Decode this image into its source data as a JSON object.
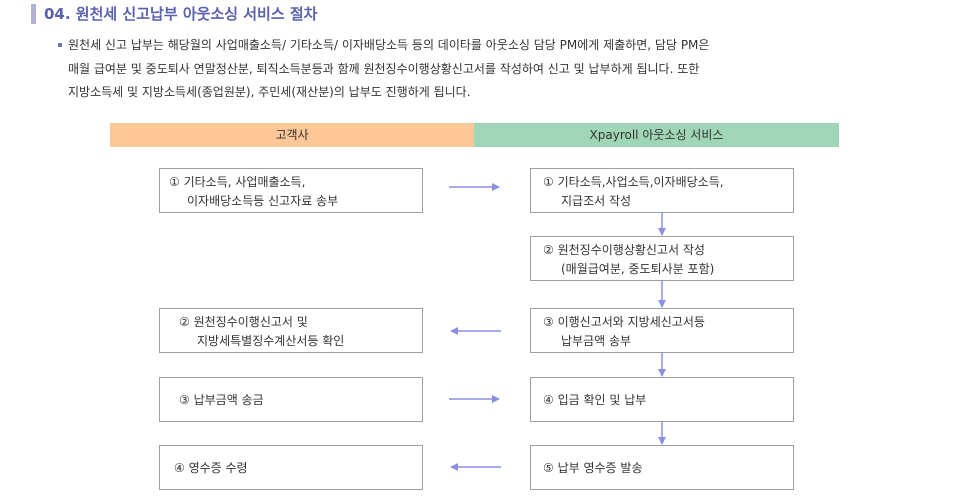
{
  "section": {
    "title": "04. 원천세 신고납부 아웃소싱 서비스 절차",
    "description_lines": [
      "원천세 신고 납부는 해당월의 사업매출소득/ 기타소득/ 이자배당소득 등의 데이타를 아웃소싱 담당 PM에게 제출하면, 담당 PM은",
      "매월 급여분 및 중도퇴사 연말정산분, 퇴직소득분등과 함께 원천징수이행상황신고서를 작성하여 신고 및 납부하게 됩니다. 또한",
      "지방소득세 및 지방소득세(종업원분), 주민세(재산분)의 납부도 진행하게 됩니다."
    ]
  },
  "columns": {
    "client": "고객사",
    "service": "Xpayroll 아웃소싱 서비스"
  },
  "steps": {
    "client_1": [
      "① 기타소득, 사업매출소득,",
      "이자배당소득등 신고자료 송부"
    ],
    "client_2": [
      "② 원천징수이행신고서 및",
      "지방세특별징수계산서등 확인"
    ],
    "client_3": [
      "③ 납부금액 송금"
    ],
    "client_4": [
      "④ 영수증 수령"
    ],
    "service_1": [
      "① 기타소득,사업소득,이자배당소득,",
      "지급조서 작성"
    ],
    "service_2": [
      "② 원천징수이행상황신고서  작성",
      "(매월급여분, 중도퇴사분 포함)"
    ],
    "service_3": [
      "③ 이행신고서와 지방세신고서등",
      "납부금액 송부"
    ],
    "service_4": [
      "④ 입금 확인 및 납부"
    ],
    "service_5": [
      "⑤ 납부 영수증 발송"
    ]
  },
  "colors": {
    "title": "#5a62ad",
    "client_header": "#fdc797",
    "service_header": "#9fd6b8",
    "arrow": "#8c8fe0",
    "box_border": "#9aa0a6"
  }
}
